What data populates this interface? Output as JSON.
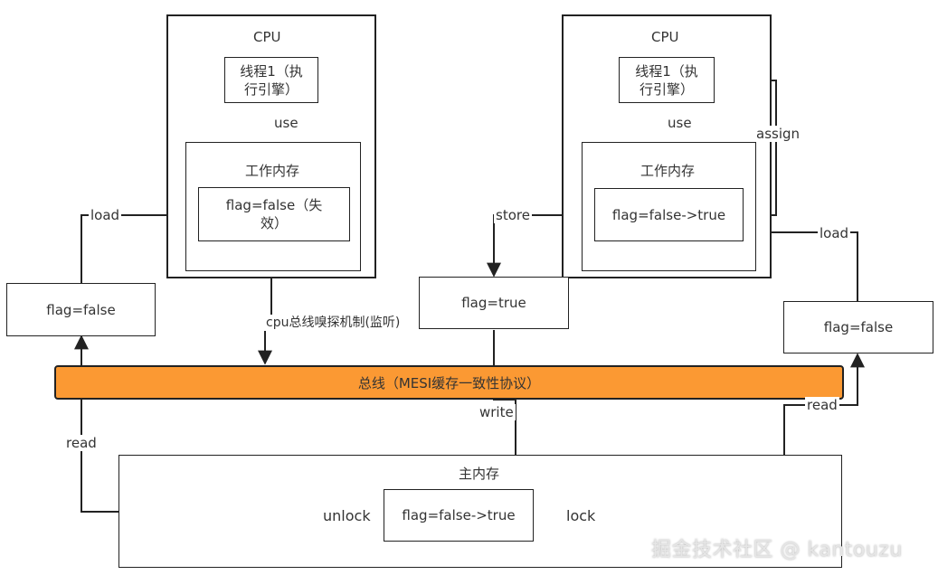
{
  "left_cpu": {
    "title": "CPU",
    "thread": [
      "线程1（执",
      "行引擎）"
    ],
    "use_label": "use",
    "working_memory": "工作内存",
    "flag": [
      "flag=false（失",
      "效）"
    ]
  },
  "right_cpu": {
    "title": "CPU",
    "thread": [
      "线程1（执",
      "行引擎）"
    ],
    "use_label": "use",
    "assign_label": "assign",
    "working_memory": "工作内存",
    "flag": "flag=false->true"
  },
  "left_flag_box": "flag=false",
  "middle_flag_box": "flag=true",
  "right_flag_box": "flag=false",
  "edges": {
    "load_left": "load",
    "load_right": "load",
    "store": "store",
    "write": "write",
    "read_left": "read",
    "read_right": "read",
    "snoop": "cpu总线嗅探机制(监听)"
  },
  "bus_label": "总线（MESI缓存一致性协议）",
  "main_memory": {
    "title": "主内存",
    "unlock": "unlock",
    "lock": "lock",
    "flag": "flag=false->true"
  },
  "watermark": "掘金技术社区 @ kantouzu",
  "colors": {
    "bus": "#fb9933",
    "line": "#222222"
  }
}
